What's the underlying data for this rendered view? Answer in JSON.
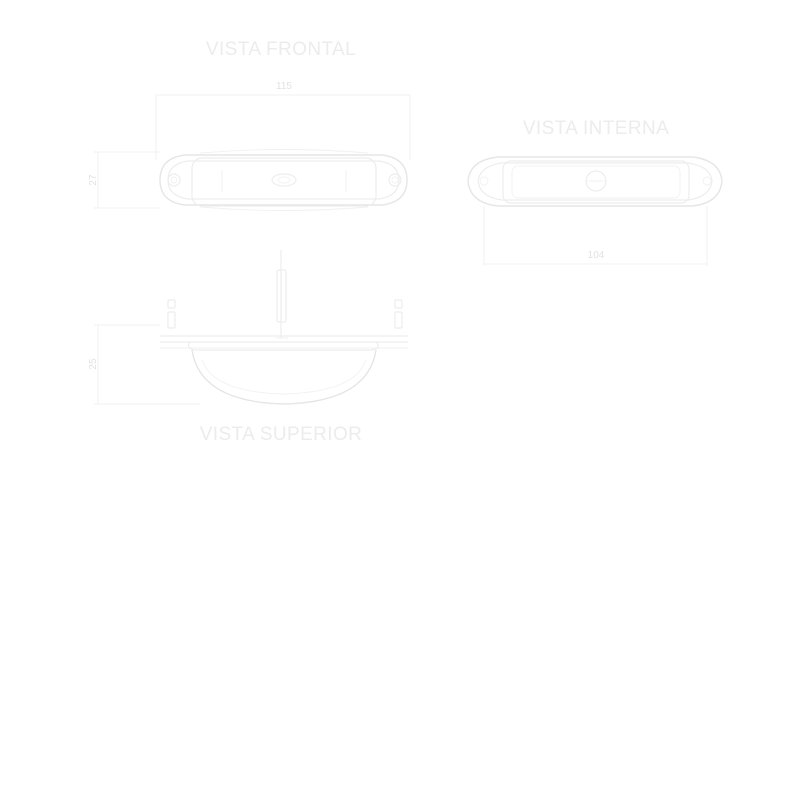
{
  "views": {
    "front": {
      "title": "VISTA FRONTAL",
      "dim_width": "115",
      "dim_height": "27"
    },
    "internal": {
      "title": "VISTA INTERNA",
      "dim_width": "104"
    },
    "top": {
      "title": "VISTA SUPERIOR",
      "dim_height": "25"
    }
  },
  "colors": {
    "background": "#ffffff",
    "line": "#ededed",
    "text": "#ececec"
  }
}
